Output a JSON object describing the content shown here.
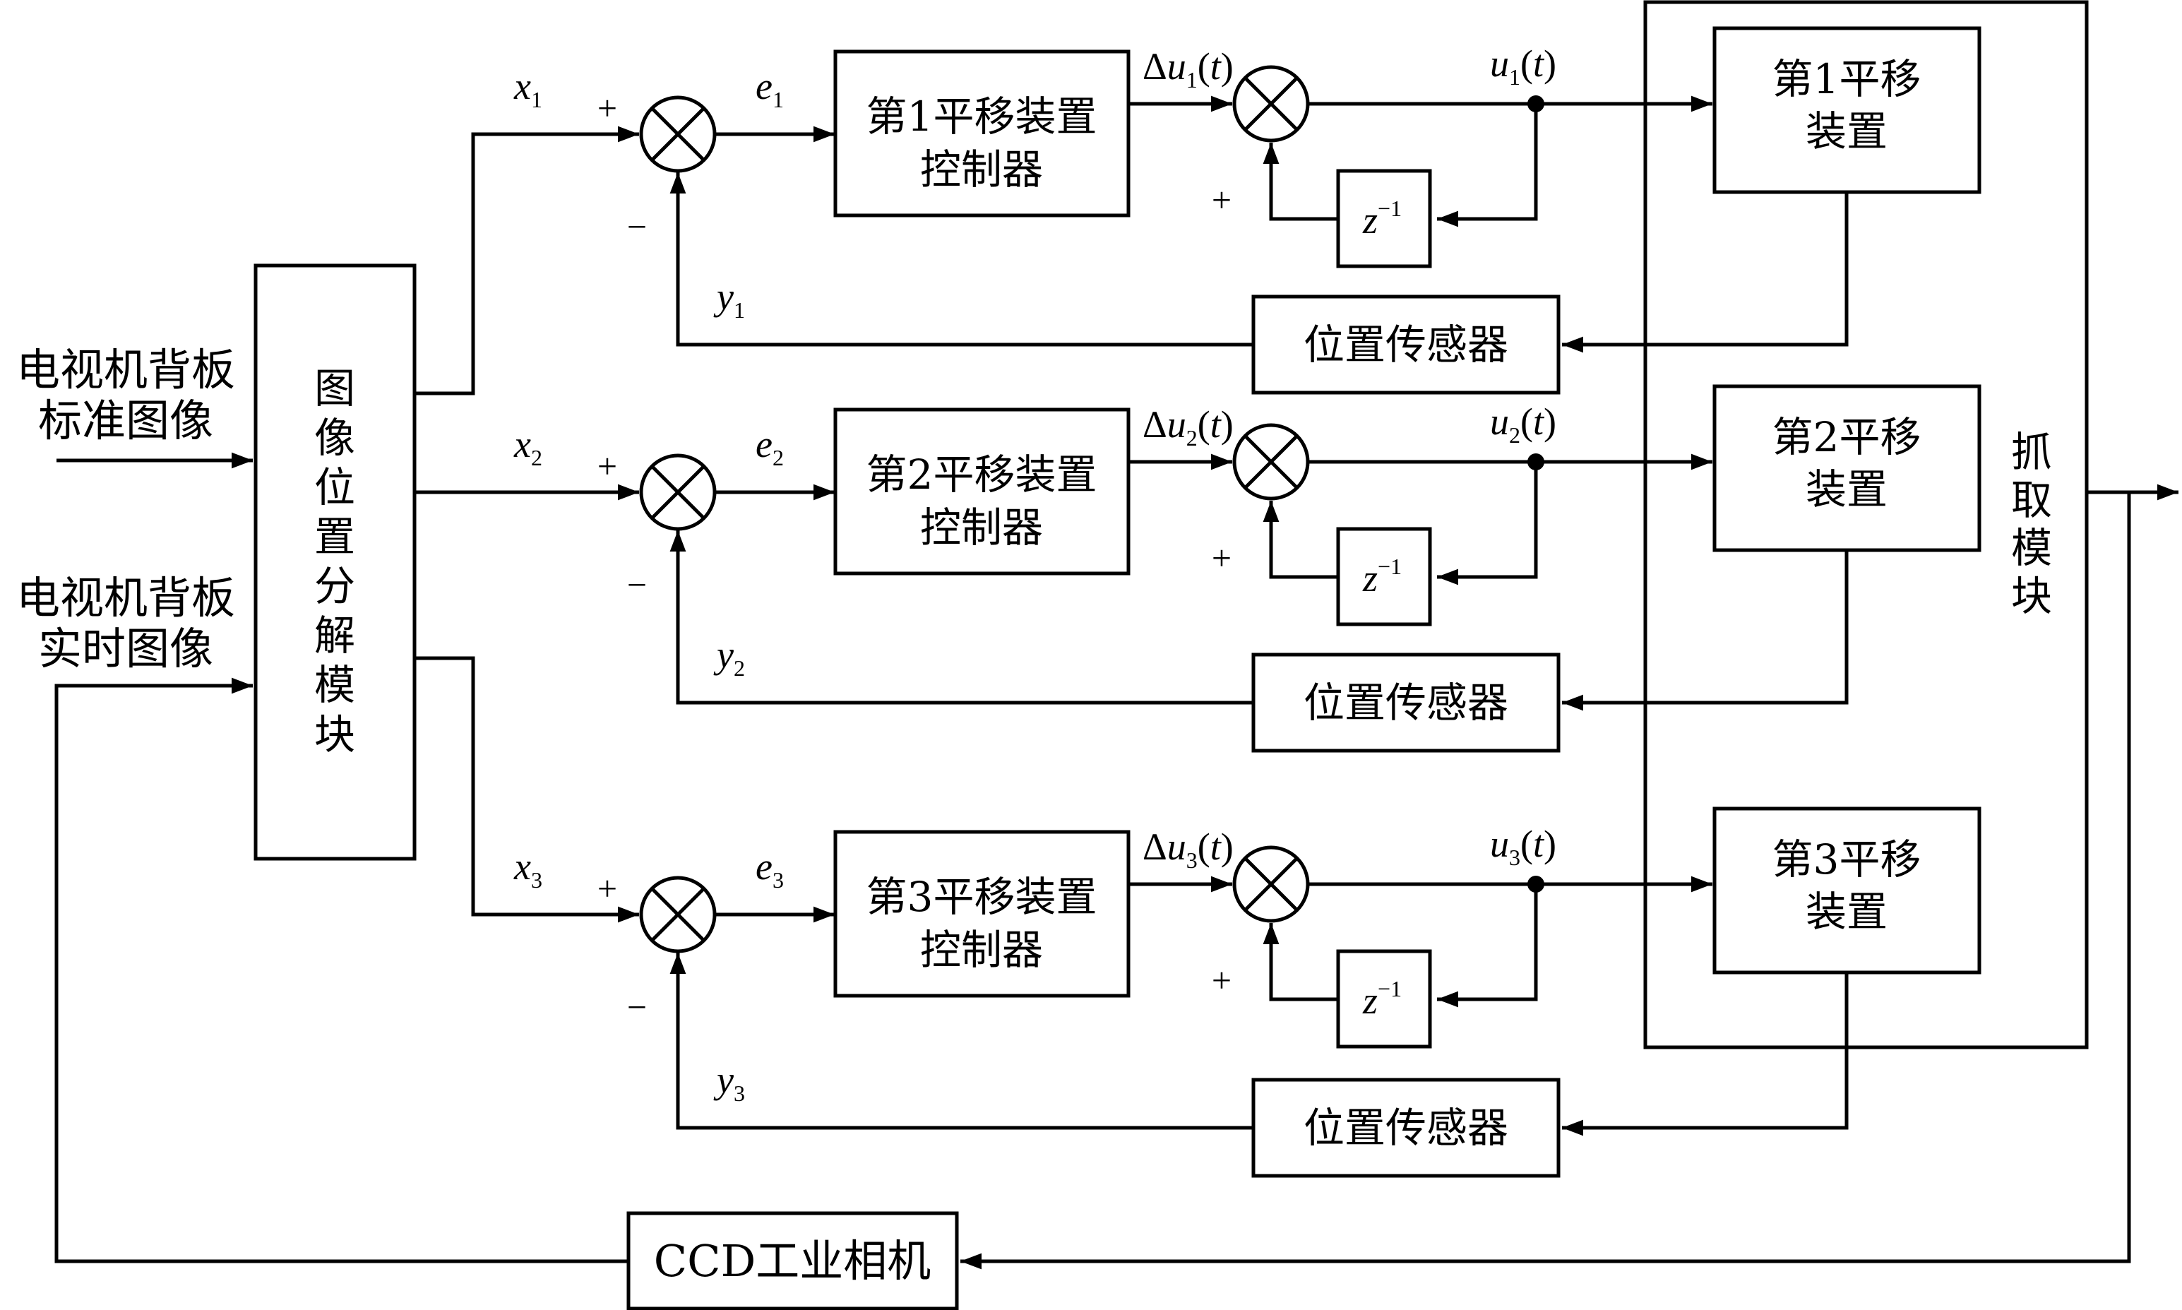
{
  "inputs": {
    "standard_image": [
      "电视机背板",
      "标准图像"
    ],
    "realtime_image": [
      "电视机背板",
      "实时图像"
    ]
  },
  "decompose_module": [
    "图",
    "像",
    "位",
    "置",
    "分",
    "解",
    "模",
    "块"
  ],
  "grab_module": [
    "抓",
    "取",
    "模",
    "块"
  ],
  "camera": "CCD工业相机",
  "channels": [
    {
      "x_var": "x",
      "e_var": "e",
      "y_var": "y",
      "du_var": "Δu",
      "u_var": "u",
      "index": "1",
      "t": "(t)",
      "controller": [
        "第1平移装置",
        "控制器"
      ],
      "device": [
        "第1平移",
        "装置"
      ],
      "sensor": "位置传感器",
      "delay": {
        "base": "z",
        "exp": "−1"
      },
      "signs": {
        "plus_in": "+",
        "minus_fb": "−",
        "plus_acc": "+"
      }
    },
    {
      "x_var": "x",
      "e_var": "e",
      "y_var": "y",
      "du_var": "Δu",
      "u_var": "u",
      "index": "2",
      "t": "(t)",
      "controller": [
        "第2平移装置",
        "控制器"
      ],
      "device": [
        "第2平移",
        "装置"
      ],
      "sensor": "位置传感器",
      "delay": {
        "base": "z",
        "exp": "−1"
      },
      "signs": {
        "plus_in": "+",
        "minus_fb": "−",
        "plus_acc": "+"
      }
    },
    {
      "x_var": "x",
      "e_var": "e",
      "y_var": "y",
      "du_var": "Δu",
      "u_var": "u",
      "index": "3",
      "t": "(t)",
      "controller": [
        "第3平移装置",
        "控制器"
      ],
      "device": [
        "第3平移",
        "装置"
      ],
      "sensor": "位置传感器",
      "delay": {
        "base": "z",
        "exp": "−1"
      },
      "signs": {
        "plus_in": "+",
        "minus_fb": "−",
        "plus_acc": "+"
      }
    }
  ]
}
